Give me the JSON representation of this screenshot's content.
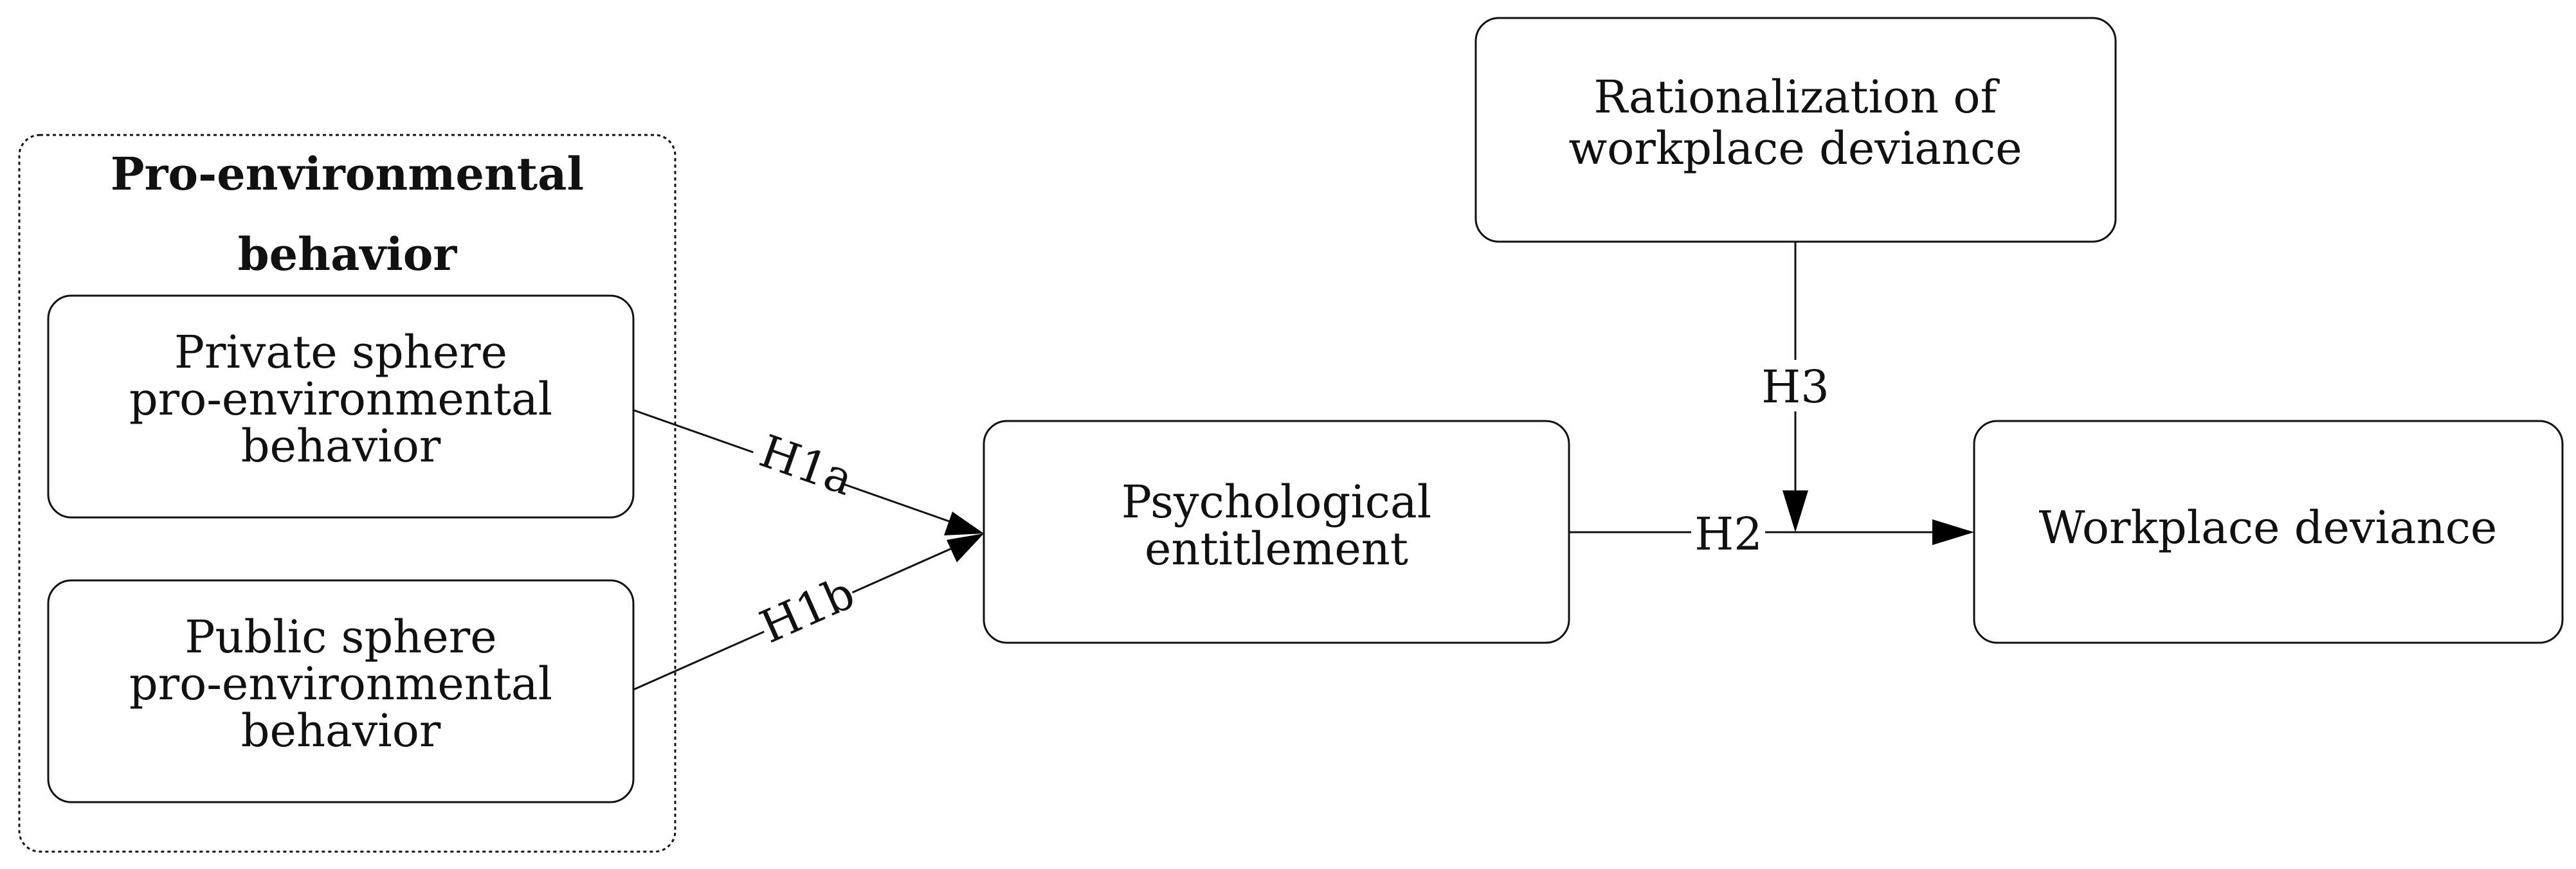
{
  "diagram": {
    "group": {
      "title_line1": "Pro-environmental",
      "title_line2": "behavior"
    },
    "nodes": {
      "private": {
        "line1": "Private sphere",
        "line2": "pro-environmental",
        "line3": "behavior"
      },
      "public": {
        "line1": "Public sphere",
        "line2": "pro-environmental",
        "line3": "behavior"
      },
      "entitlement": {
        "line1": "Psychological",
        "line2": "entitlement"
      },
      "rationalization": {
        "line1": "Rationalization of",
        "line2": "workplace deviance"
      },
      "deviance": {
        "line1": "Workplace deviance"
      }
    },
    "edges": {
      "h1a": "H1a",
      "h1b": "H1b",
      "h2": "H2",
      "h3": "H3"
    }
  }
}
